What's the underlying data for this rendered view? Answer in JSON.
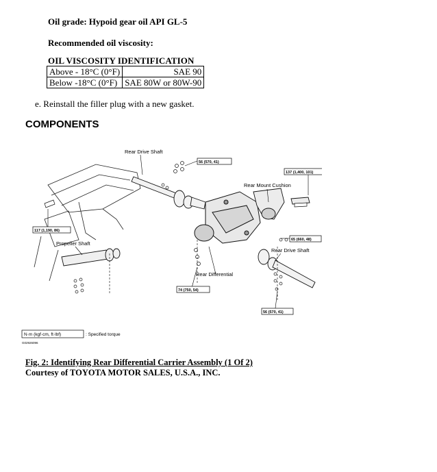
{
  "oil": {
    "grade": "Oil grade: Hypoid gear oil API GL-5",
    "viscosity_heading": "Recommended oil viscosity:"
  },
  "viscosity_table": {
    "title": "OIL VISCOSITY IDENTIFICATION",
    "rows": [
      {
        "temp": "Above - 18°C (0°F)",
        "sae": "SAE 90"
      },
      {
        "temp": "Below -18°C (0°F)",
        "sae": "SAE 80W or 80W-90"
      }
    ]
  },
  "step_e": "e.  Reinstall the filler plug with a new gasket.",
  "components_heading": "COMPONENTS",
  "figure": {
    "labels": {
      "rear_drive_shaft_top": "Rear Drive Shaft",
      "rear_mount_cushion": "Rear Mount Cushion",
      "propeller_shaft": "Propeller Shaft",
      "rear_drive_shaft_right": "Rear Drive Shaft",
      "rear_differential": "Rear Differential"
    },
    "torques": {
      "t1": "56 (570, 41)",
      "t2": "137 (1,400, 101)",
      "t3": "117 (1,190, 86)",
      "t4": "65 (660, 48)",
      "t5": "74 (750, 54)",
      "t6": "56 (570, 41)"
    },
    "legend_box": "N·m (kgf·cm, ft·lbf)",
    "legend_text": ": Specified torque",
    "code": "G02926096"
  },
  "caption": "Fig. 2: Identifying Rear Differential Carrier Assembly (1 Of 2)",
  "courtesy": "Courtesy of TOYOTA MOTOR SALES, U.S.A., INC."
}
